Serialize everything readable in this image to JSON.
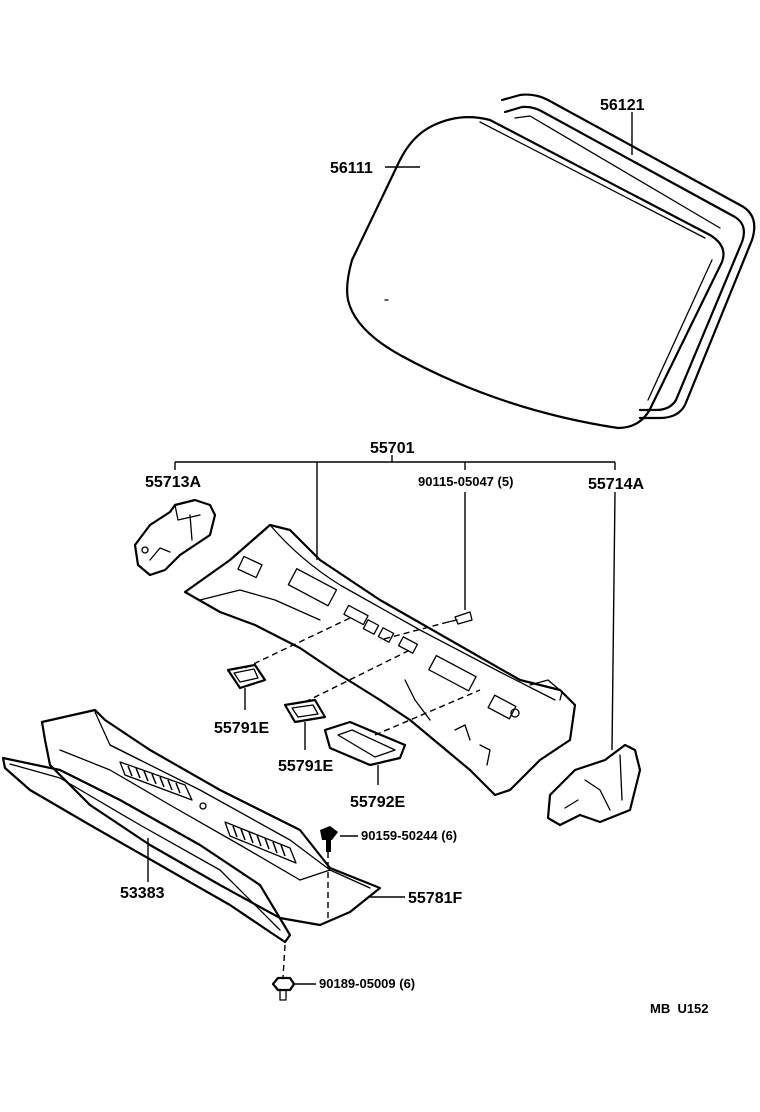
{
  "labels": {
    "windshield_glass": "56111",
    "windshield_molding": "56121",
    "cowl_top_assembly": "55701",
    "cowl_side_left": "55713A",
    "cowl_side_right": "55714A",
    "screw_upper": "90115-05047 (5)",
    "seal_a": "55791E",
    "seal_b": "55791E",
    "seal_c": "55792E",
    "bolt_mid": "90159-50244 (6)",
    "cowl_louver": "55781F",
    "weatherstrip": "53383",
    "clip_lower": "90189-05009 (6)",
    "diagram_code": "MB  U152"
  },
  "colors": {
    "line": "#000000",
    "background": "#ffffff"
  }
}
